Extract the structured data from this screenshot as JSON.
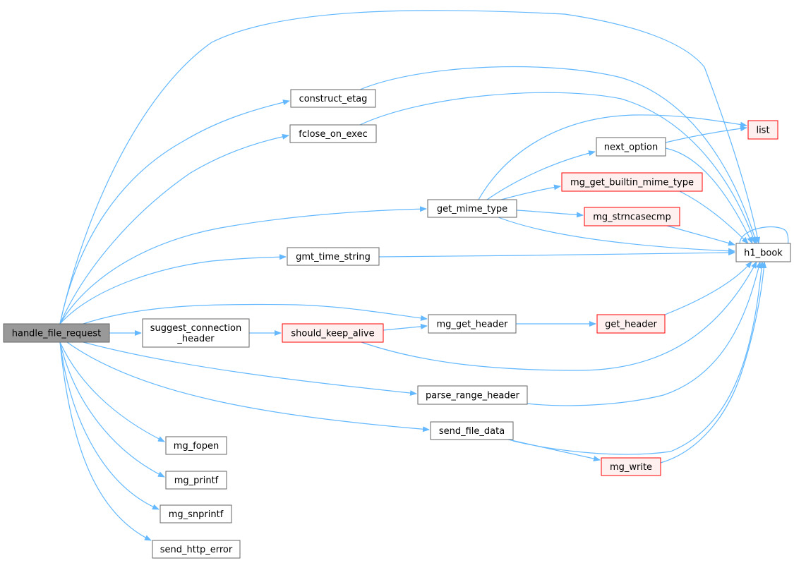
{
  "graph": {
    "colors": {
      "edge": "#63b8ff",
      "root_fill": "#999999",
      "root_stroke": "#666666",
      "node_fill": "#ffffff",
      "node_stroke": "#666666",
      "red_fill": "#fff0f0",
      "red_stroke": "#ff0000"
    },
    "nodes": [
      {
        "id": "handle_file_request",
        "lines": [
          "handle_file_request"
        ],
        "kind": "root"
      },
      {
        "id": "construct_etag",
        "lines": [
          "construct_etag"
        ],
        "kind": "normal"
      },
      {
        "id": "fclose_on_exec",
        "lines": [
          "fclose_on_exec"
        ],
        "kind": "normal"
      },
      {
        "id": "get_mime_type",
        "lines": [
          "get_mime_type"
        ],
        "kind": "normal"
      },
      {
        "id": "gmt_time_string",
        "lines": [
          "gmt_time_string"
        ],
        "kind": "normal"
      },
      {
        "id": "suggest_connection_header",
        "lines": [
          "suggest_connection",
          "_header"
        ],
        "kind": "normal"
      },
      {
        "id": "should_keep_alive",
        "lines": [
          "should_keep_alive"
        ],
        "kind": "red"
      },
      {
        "id": "mg_get_header",
        "lines": [
          "mg_get_header"
        ],
        "kind": "normal"
      },
      {
        "id": "get_header",
        "lines": [
          "get_header"
        ],
        "kind": "red"
      },
      {
        "id": "parse_range_header",
        "lines": [
          "parse_range_header"
        ],
        "kind": "normal"
      },
      {
        "id": "send_file_data",
        "lines": [
          "send_file_data"
        ],
        "kind": "normal"
      },
      {
        "id": "mg_write",
        "lines": [
          "mg_write"
        ],
        "kind": "red"
      },
      {
        "id": "mg_fopen",
        "lines": [
          "mg_fopen"
        ],
        "kind": "normal"
      },
      {
        "id": "mg_printf",
        "lines": [
          "mg_printf"
        ],
        "kind": "normal"
      },
      {
        "id": "mg_snprintf",
        "lines": [
          "mg_snprintf"
        ],
        "kind": "normal"
      },
      {
        "id": "send_http_error",
        "lines": [
          "send_http_error"
        ],
        "kind": "normal"
      },
      {
        "id": "next_option",
        "lines": [
          "next_option"
        ],
        "kind": "normal"
      },
      {
        "id": "mg_get_builtin_mime_type",
        "lines": [
          "mg_get_builtin_mime_type"
        ],
        "kind": "red"
      },
      {
        "id": "mg_strncasecmp",
        "lines": [
          "mg_strncasecmp"
        ],
        "kind": "red"
      },
      {
        "id": "list",
        "lines": [
          "list"
        ],
        "kind": "red"
      },
      {
        "id": "h1_book",
        "lines": [
          "h1_book"
        ],
        "kind": "normal"
      }
    ],
    "edges": [
      {
        "from": "handle_file_request",
        "to": "h1_book"
      },
      {
        "from": "handle_file_request",
        "to": "construct_etag"
      },
      {
        "from": "handle_file_request",
        "to": "fclose_on_exec"
      },
      {
        "from": "handle_file_request",
        "to": "get_mime_type"
      },
      {
        "from": "handle_file_request",
        "to": "gmt_time_string"
      },
      {
        "from": "handle_file_request",
        "to": "mg_get_header"
      },
      {
        "from": "handle_file_request",
        "to": "suggest_connection_header"
      },
      {
        "from": "handle_file_request",
        "to": "parse_range_header"
      },
      {
        "from": "handle_file_request",
        "to": "send_file_data"
      },
      {
        "from": "handle_file_request",
        "to": "mg_fopen"
      },
      {
        "from": "handle_file_request",
        "to": "mg_printf"
      },
      {
        "from": "handle_file_request",
        "to": "mg_snprintf"
      },
      {
        "from": "handle_file_request",
        "to": "send_http_error"
      },
      {
        "from": "construct_etag",
        "to": "h1_book"
      },
      {
        "from": "fclose_on_exec",
        "to": "h1_book"
      },
      {
        "from": "get_mime_type",
        "to": "list"
      },
      {
        "from": "get_mime_type",
        "to": "next_option"
      },
      {
        "from": "get_mime_type",
        "to": "mg_get_builtin_mime_type"
      },
      {
        "from": "get_mime_type",
        "to": "mg_strncasecmp"
      },
      {
        "from": "get_mime_type",
        "to": "h1_book"
      },
      {
        "from": "next_option",
        "to": "list"
      },
      {
        "from": "next_option",
        "to": "h1_book"
      },
      {
        "from": "mg_get_builtin_mime_type",
        "to": "h1_book"
      },
      {
        "from": "mg_strncasecmp",
        "to": "h1_book"
      },
      {
        "from": "gmt_time_string",
        "to": "h1_book"
      },
      {
        "from": "suggest_connection_header",
        "to": "should_keep_alive"
      },
      {
        "from": "should_keep_alive",
        "to": "mg_get_header"
      },
      {
        "from": "should_keep_alive",
        "to": "h1_book"
      },
      {
        "from": "mg_get_header",
        "to": "get_header"
      },
      {
        "from": "get_header",
        "to": "h1_book"
      },
      {
        "from": "parse_range_header",
        "to": "h1_book"
      },
      {
        "from": "send_file_data",
        "to": "mg_write"
      },
      {
        "from": "send_file_data",
        "to": "h1_book"
      },
      {
        "from": "mg_write",
        "to": "h1_book"
      },
      {
        "from": "h1_book",
        "to": "h1_book"
      }
    ]
  }
}
